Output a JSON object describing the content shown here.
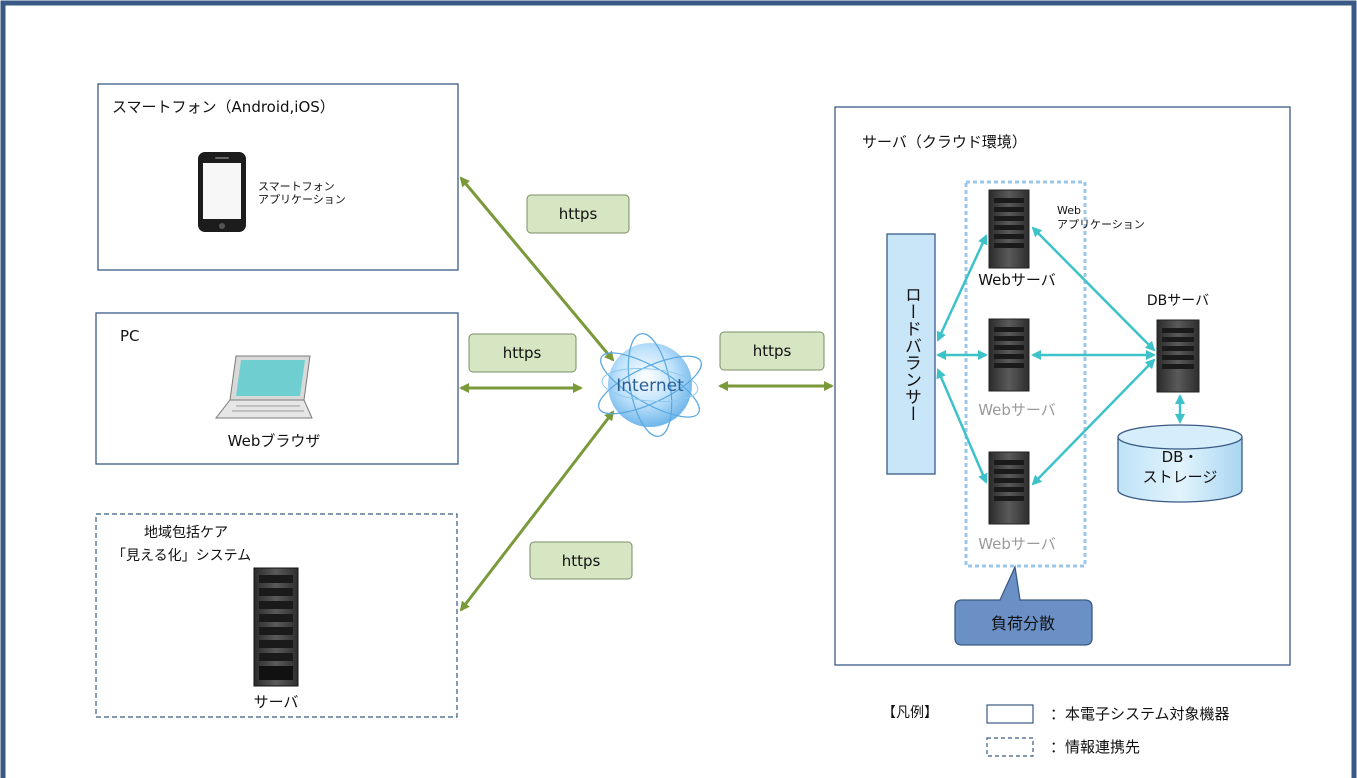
{
  "smartphone": {
    "title": "スマートフォン（Android,iOS）",
    "app_line1": "スマートフォン",
    "app_line2": "アプリケーション"
  },
  "pc": {
    "title": "PC",
    "browser": "Webブラウザ"
  },
  "mieruka": {
    "title_line1": "地域包括ケア",
    "title_line2": "「見える化」システム",
    "server": "サーバ"
  },
  "https_labels": [
    "https",
    "https",
    "https",
    "https"
  ],
  "internet": "Internet",
  "cloud": {
    "title": "サーバ（クラウド環境）",
    "load_balancer": "ロードバランサー",
    "webapp_line1": "Web",
    "webapp_line2": "アプリケーション",
    "web_servers": [
      "Webサーバ",
      "Webサーバ",
      "Webサーバ"
    ],
    "db_server": "DBサーバ",
    "db_storage_line1": "DB・",
    "db_storage_line2": "ストレージ",
    "load_distribution": "負荷分散"
  },
  "legend": {
    "title": "【凡例】",
    "solid_label": "：本電子システム対象機器",
    "dashed_label": "：情報連携先"
  },
  "colors": {
    "frame": "#3a5a85",
    "green_arrow": "#7a9a3a",
    "teal_arrow": "#3cc2c8",
    "https_fill": "#d6e5c2",
    "lb_fill": "#c9e6f8",
    "callout_fill": "#6b90c6"
  }
}
